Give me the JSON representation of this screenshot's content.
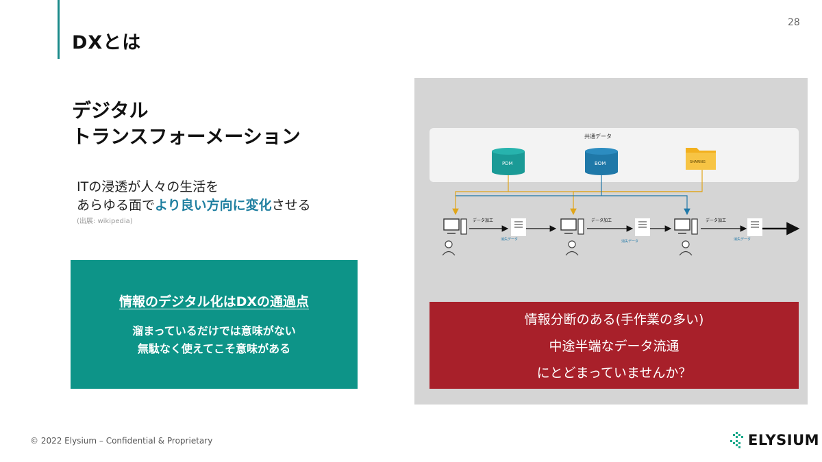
{
  "slide": {
    "page_number": "28",
    "title": "DXとは"
  },
  "headline": {
    "line1": "デジタル",
    "line2": "トランスフォーメーション"
  },
  "definition": {
    "line1": "ITの浸透が人々の生活を",
    "line2_prefix": "あらゆる面で",
    "line2_emphasis": "より良い方向に変化",
    "line2_suffix": "させる",
    "source": "(出展: wikipedia)"
  },
  "teal_box": {
    "title": "情報のデジタル化はDXの通過点",
    "line1": "溜まっているだけでは意味がない",
    "line2": "無駄なく使えてこそ意味がある"
  },
  "diagram": {
    "shared_data_label": "共通データ",
    "sources": [
      {
        "label": "PDM",
        "icon": "database-icon",
        "color": "#1a9a96"
      },
      {
        "label": "BOM",
        "icon": "database-icon",
        "color": "#1f78a8"
      },
      {
        "label": "SHARING",
        "icon": "folder-icon",
        "color": "#f2b01e"
      }
    ],
    "stations": [
      {
        "process_label": "データ加工",
        "output_label": "消失データ"
      },
      {
        "process_label": "データ加工",
        "output_label": "消失データ"
      },
      {
        "process_label": "データ加工",
        "output_label": "消失データ"
      }
    ]
  },
  "red_box": {
    "line1": "情報分断のある(手作業の多い)",
    "line2": "中途半端なデータ流通",
    "line3": "にとどまっていませんか？"
  },
  "footer": {
    "copyright": "© 2022 Elysium – Confidential & Proprietary",
    "logo_text": "ELYSIUM"
  },
  "colors": {
    "teal": "#0d9488",
    "accent_text": "#1f7fa0",
    "red": "#a8202a",
    "panel_gray": "#d5d5d5"
  }
}
